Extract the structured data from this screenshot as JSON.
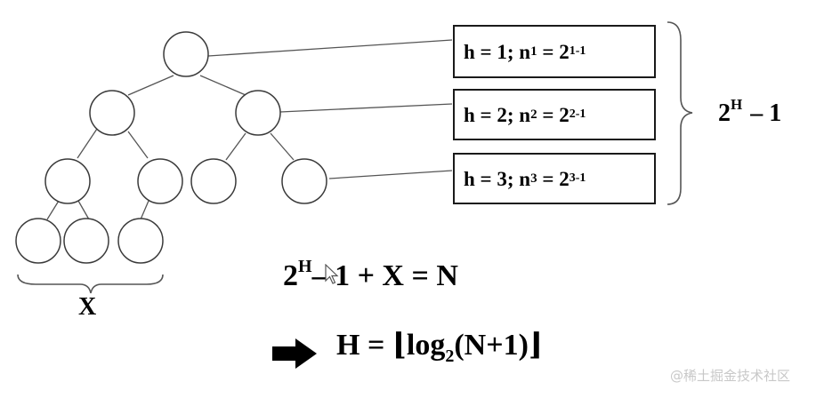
{
  "levels": [
    {
      "h_label": "h = 1; n",
      "sub": "1",
      "eq": " = 2",
      "exp": "1-1"
    },
    {
      "h_label": "h = 2; n",
      "sub": "2",
      "eq": " = 2",
      "exp": "2-1"
    },
    {
      "h_label": "h = 3; n",
      "sub": "3",
      "eq": " = 2",
      "exp": "3-1"
    }
  ],
  "sum_formula": {
    "base": "2",
    "exp": "H",
    "rest": " – 1"
  },
  "leaf_label": "X",
  "equation1": {
    "base": "2",
    "exp": "H",
    "rest": "– 1 + X = N"
  },
  "equation2": {
    "lhs": "H = ⌊log",
    "sub": "2",
    "rhs": "(N+1)⌋"
  },
  "watermark": "@稀土掘金技术社区",
  "icons": [
    "arrow-right-icon",
    "mouse-cursor-icon"
  ]
}
